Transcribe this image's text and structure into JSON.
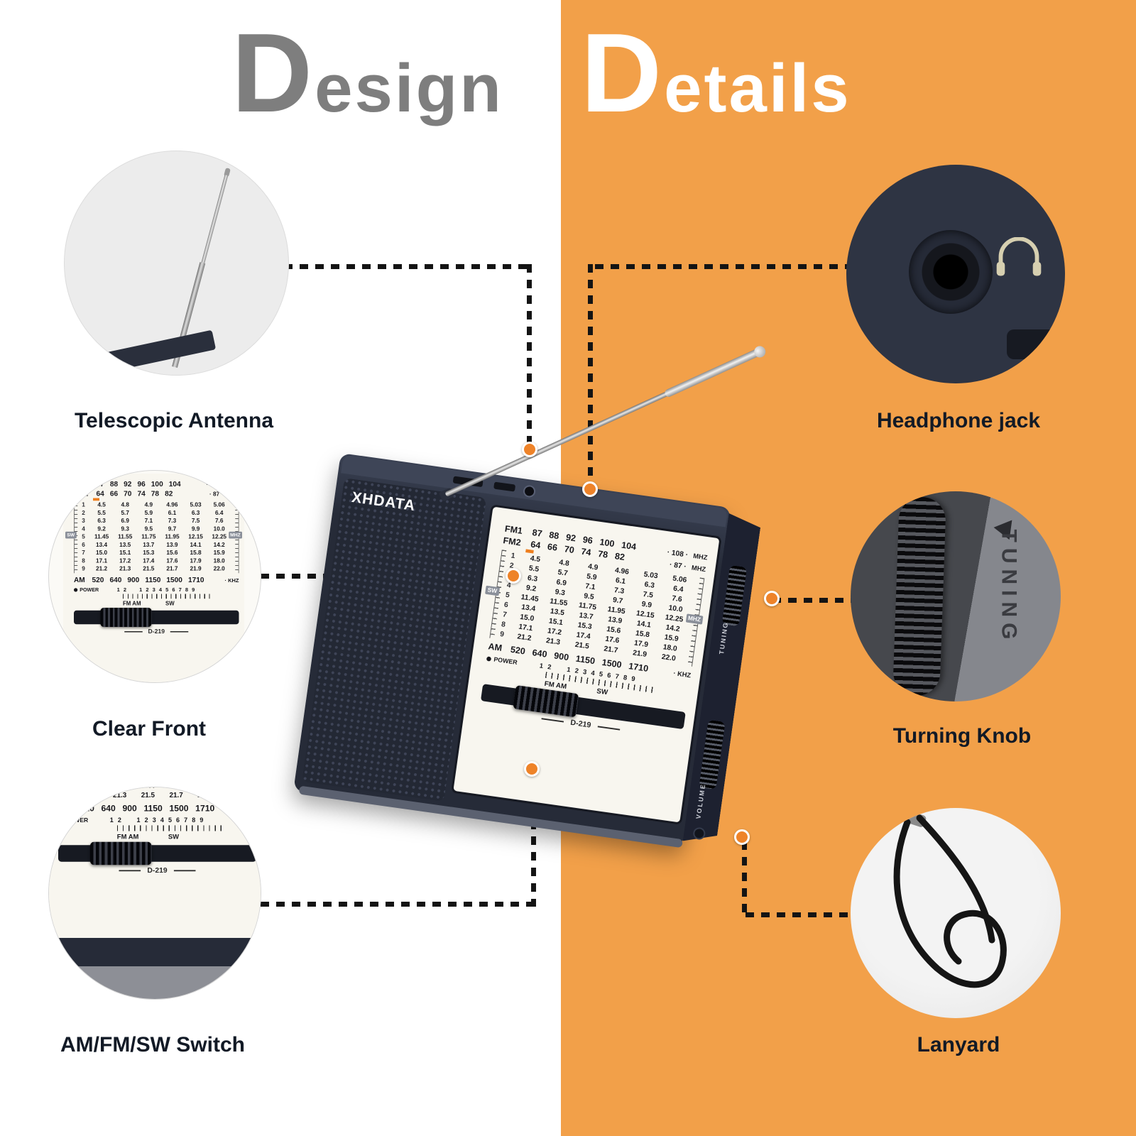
{
  "title": {
    "design": "Design",
    "details": "Details"
  },
  "colors": {
    "orange_background": "#F2A049",
    "connector_dot": "#EE8329",
    "title_gray": "#7E7E7E",
    "radio_body": "#262B38",
    "dial_face": "#F8F6EF"
  },
  "callouts": {
    "antenna": {
      "label": "Telescopic Antenna"
    },
    "headphone": {
      "label": "Headphone jack"
    },
    "clear_front": {
      "label": "Clear Front"
    },
    "tuning": {
      "label": "Turning Knob",
      "knob_text": "TUNING"
    },
    "switch": {
      "label": "AM/FM/SW Switch"
    },
    "lanyard": {
      "label": "Lanyard"
    }
  },
  "radio": {
    "brand": "XHDATA",
    "model": "D-219",
    "volume_label": "VOLUME",
    "tuning_label": "TUNING",
    "dial": {
      "fm1_band": "FM1",
      "fm1_values": "87 88 92 96 100 104",
      "fm1_end": "· 108 ·",
      "fm2_band": "FM2",
      "fm2_values": "64 66 70 74 78 82",
      "fm2_end": "· 87 ·",
      "mhz": "MHZ",
      "khz": "· KHZ",
      "sw_badge": "SW",
      "mhz_badge": "MHZ",
      "sw_rows": [
        {
          "n": "1",
          "v": [
            "4.5",
            "4.8",
            "4.9",
            "4.96",
            "5.03",
            "5.06"
          ]
        },
        {
          "n": "2",
          "v": [
            "5.5",
            "5.7",
            "5.9",
            "6.1",
            "6.3",
            "6.4"
          ]
        },
        {
          "n": "3",
          "v": [
            "6.3",
            "6.9",
            "7.1",
            "7.3",
            "7.5",
            "7.6"
          ]
        },
        {
          "n": "4",
          "v": [
            "9.2",
            "9.3",
            "9.5",
            "9.7",
            "9.9",
            "10.0"
          ]
        },
        {
          "n": "5",
          "v": [
            "11.45",
            "11.55",
            "11.75",
            "11.95",
            "12.15",
            "12.25"
          ]
        },
        {
          "n": "6",
          "v": [
            "13.4",
            "13.5",
            "13.7",
            "13.9",
            "14.1",
            "14.2"
          ]
        },
        {
          "n": "7",
          "v": [
            "15.0",
            "15.1",
            "15.3",
            "15.6",
            "15.8",
            "15.9"
          ]
        },
        {
          "n": "8",
          "v": [
            "17.1",
            "17.2",
            "17.4",
            "17.6",
            "17.9",
            "18.0"
          ]
        },
        {
          "n": "9",
          "v": [
            "21.2",
            "21.3",
            "21.5",
            "21.7",
            "21.9",
            "22.0"
          ]
        }
      ],
      "am_band": "AM",
      "am_values": "520 640 900 1150 1500 1710",
      "scale_left": "1 2",
      "scale_right": "1 2 3 4 5 6 7 8 9",
      "band_fm_am": "FM AM",
      "band_sw": "SW",
      "power": "POWER"
    }
  }
}
